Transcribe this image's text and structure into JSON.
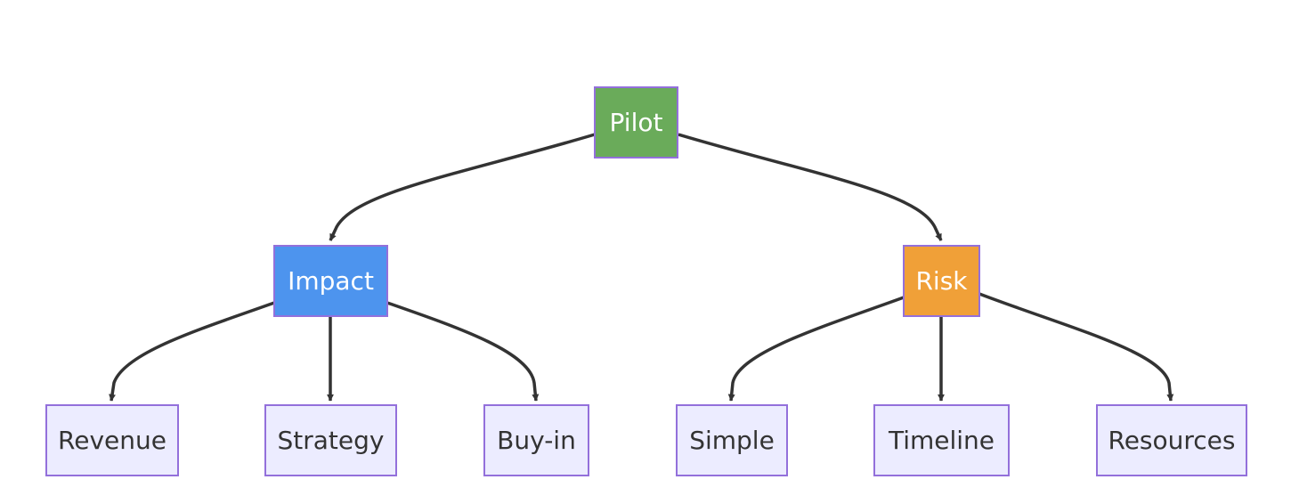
{
  "diagram": {
    "type": "flowchart-tree",
    "nodes": [
      {
        "id": "pilot",
        "label": "Pilot",
        "color": "#6AAB5A"
      },
      {
        "id": "impact",
        "label": "Impact",
        "color": "#4D94EE"
      },
      {
        "id": "risk",
        "label": "Risk",
        "color": "#F0A038"
      },
      {
        "id": "revenue",
        "label": "Revenue",
        "color": "#ECECFF"
      },
      {
        "id": "strategy",
        "label": "Strategy",
        "color": "#ECECFF"
      },
      {
        "id": "buyin",
        "label": "Buy-in",
        "color": "#ECECFF"
      },
      {
        "id": "simple",
        "label": "Simple",
        "color": "#ECECFF"
      },
      {
        "id": "timeline",
        "label": "Timeline",
        "color": "#ECECFF"
      },
      {
        "id": "resources",
        "label": "Resources",
        "color": "#ECECFF"
      }
    ],
    "edges": [
      {
        "from": "pilot",
        "to": "impact"
      },
      {
        "from": "pilot",
        "to": "risk"
      },
      {
        "from": "impact",
        "to": "revenue"
      },
      {
        "from": "impact",
        "to": "strategy"
      },
      {
        "from": "impact",
        "to": "buyin"
      },
      {
        "from": "risk",
        "to": "simple"
      },
      {
        "from": "risk",
        "to": "timeline"
      },
      {
        "from": "risk",
        "to": "resources"
      }
    ],
    "border_color": "#9370DB",
    "edge_color": "#333333"
  }
}
